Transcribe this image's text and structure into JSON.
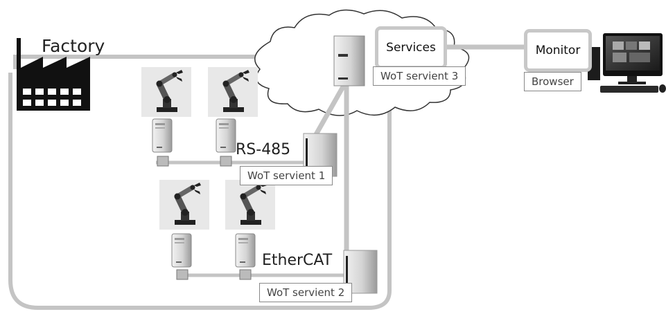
{
  "labels": {
    "factory": "Factory",
    "rs485": "RS-485",
    "ethercat": "EtherCAT",
    "services": "Services",
    "monitor": "Monitor",
    "browser": "Browser",
    "wot1": "WoT servient 1",
    "wot2": "WoT servient 2",
    "wot3": "WoT servient 3"
  },
  "colors": {
    "line": "#c4c4c4",
    "tower_light": "#dcdcdc",
    "tower_dark": "#a9a9a9",
    "factory_icon": "#111111",
    "cloud_stroke": "#333333"
  },
  "icons": [
    "factory-icon",
    "robot-arm-icon",
    "server-tower-icon",
    "cloud-icon",
    "desktop-computer-icon"
  ]
}
